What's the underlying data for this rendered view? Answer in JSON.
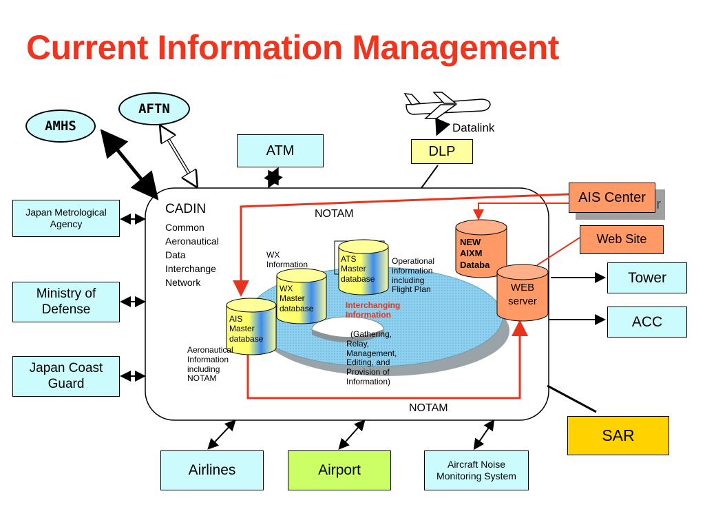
{
  "title": "Current Information Management",
  "ellipses": {
    "amhs": "AMHS",
    "aftn": "AFTN"
  },
  "top": {
    "atm": "ATM",
    "dlp": "DLP",
    "datalink": "Datalink"
  },
  "left": {
    "jma": "Japan Metrological Agency",
    "mod": "Ministry of Defense",
    "jcg": "Japan Coast Guard"
  },
  "cadin": {
    "title": "CADIN",
    "subtitle": [
      "Common",
      "Aeronautical",
      "Data",
      "Interchange",
      "Network"
    ]
  },
  "notam_top": "NOTAM",
  "notam_bottom": "NOTAM",
  "wx_info": [
    "WX",
    "Information"
  ],
  "operational_info": [
    "Operational",
    "information",
    "including",
    "Flight Plan"
  ],
  "interchanging": [
    "Interchanging",
    "Information"
  ],
  "gathering": [
    "(Gathering,",
    "Relay,",
    "Management,",
    "Editing, and",
    "Provision of",
    "Information)"
  ],
  "aero_info": [
    "Aeronautical",
    "Information",
    "including",
    "NOTAM"
  ],
  "cylinders": {
    "ais": [
      "AIS",
      "Master",
      "database"
    ],
    "wx": [
      "WX",
      "Master",
      "database"
    ],
    "ats": [
      "ATS",
      "Master",
      "database"
    ],
    "aixm": [
      "NEW",
      "AIXM",
      "Databa"
    ],
    "web": [
      "WEB",
      "server"
    ]
  },
  "right": {
    "ais_center": "AIS Center",
    "ais_center_shadow_char": "r",
    "web_site": "Web Site",
    "tower": "Tower",
    "acc": "ACC",
    "sar": "SAR"
  },
  "bottom": {
    "airlines": "Airlines",
    "airport": "Airport",
    "noise": "Aircraft Noise Monitoring System"
  },
  "colors": {
    "title": "#f0341e",
    "cyan": "#ccfbfd",
    "dlp": "#ffffa0",
    "airport": "#ccff66",
    "sar": "#ffd200",
    "orange": "#ff9966",
    "notam_line": "#e8341c",
    "ring": "#8fd0ee"
  }
}
